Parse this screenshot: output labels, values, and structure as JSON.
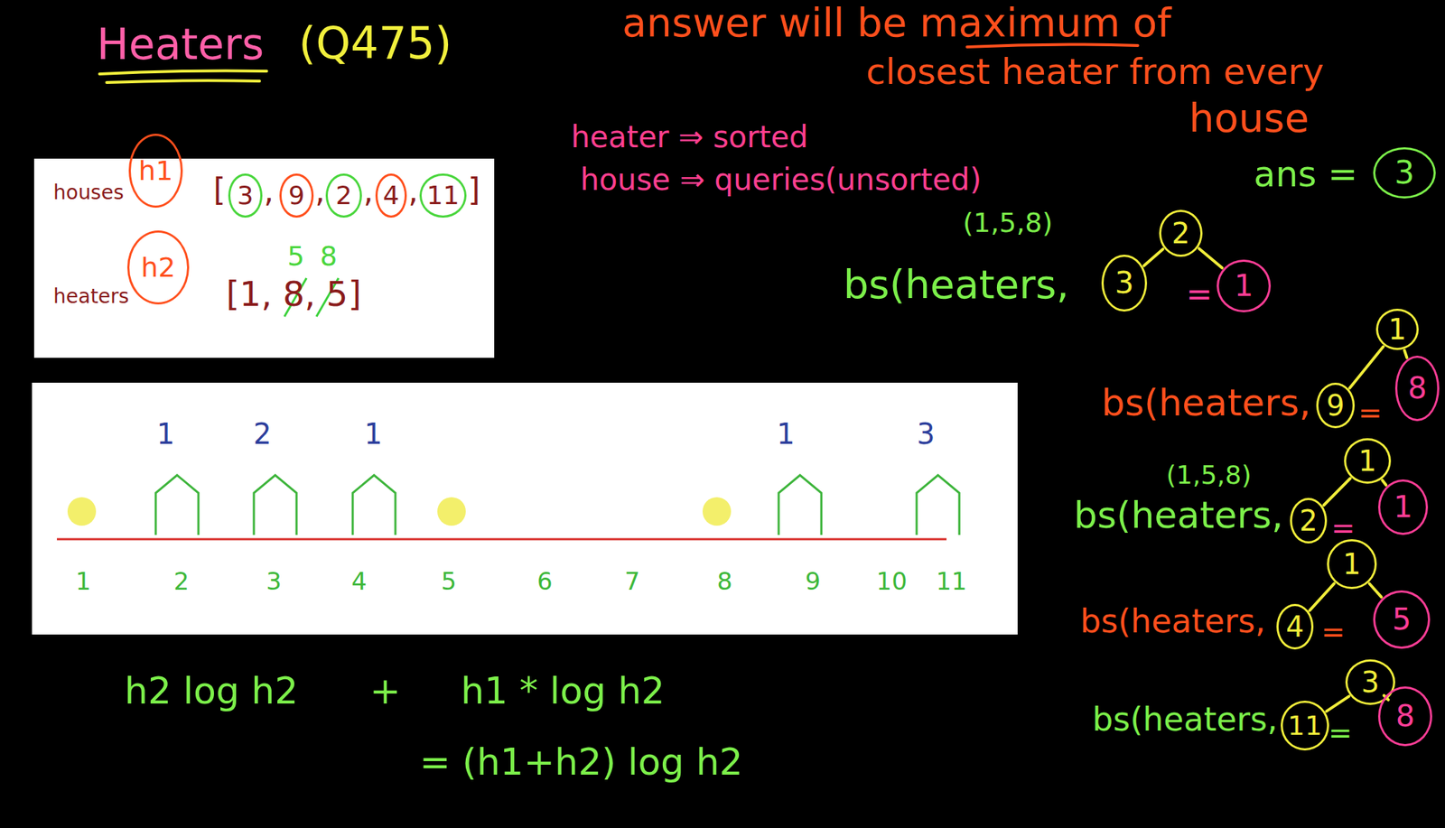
{
  "diagram": {
    "title": "Heaters",
    "nodes": [
      {
        "text": [
          "houses",
          "[",
          ",",
          ",",
          ",",
          ",",
          "]",
          "heaters",
          "[1, 8, 5]",
          "5",
          "8"
        ]
      },
      {
        "text": [
          "h1"
        ],
        "in": 0
      },
      {
        "text": [
          "3"
        ],
        "in": 0
      },
      {
        "text": [
          "9"
        ],
        "in": 0
      },
      {
        "text": [
          "2"
        ],
        "in": 0
      },
      {
        "text": [
          "4"
        ],
        "in": 0
      },
      {
        "text": [
          "11"
        ],
        "in": 0
      },
      {
        "text": [
          "h2"
        ],
        "in": 0
      },
      {
        "text": [
          "3"
        ]
      },
      {
        "text": [
          "2"
        ]
      },
      {
        "text": [
          "3"
        ]
      },
      {
        "text": [
          "1"
        ]
      },
      {
        "text": [
          "1"
        ]
      },
      {
        "text": [
          "9"
        ]
      },
      {
        "text": [
          "8"
        ]
      },
      {
        "text": [
          "1"
        ]
      },
      {
        "text": [
          "2"
        ]
      },
      {
        "text": [
          "1"
        ]
      },
      {
        "text": [
          "1"
        ]
      },
      {
        "text": [
          "4"
        ]
      },
      {
        "text": [
          "5"
        ]
      },
      {
        "text": [
          "3"
        ]
      },
      {
        "text": [
          "11"
        ]
      },
      {
        "text": [
          "8"
        ]
      },
      {
        "text": [
          "1",
          "2",
          "1",
          "1",
          "3",
          "1",
          "2",
          "3",
          "4",
          "5",
          "6",
          "7",
          "8",
          "9",
          "10",
          "11"
        ]
      }
    ],
    "edges": [
      {
        "from": 10,
        "to": 9,
        "arrow": "none"
      },
      {
        "from": 9,
        "to": 11,
        "arrow": "none"
      },
      {
        "from": 13,
        "to": 12,
        "arrow": "none"
      },
      {
        "from": 12,
        "to": 14,
        "arrow": "none"
      },
      {
        "from": 16,
        "to": 15,
        "arrow": "none"
      },
      {
        "from": 15,
        "to": 17,
        "arrow": "none"
      },
      {
        "from": 19,
        "to": 18,
        "arrow": "none"
      },
      {
        "from": 18,
        "to": 20,
        "arrow": "none"
      },
      {
        "from": 22,
        "to": 21,
        "arrow": "none"
      },
      {
        "from": 21,
        "to": 23,
        "arrow": "none"
      }
    ],
    "labels": [
      "(Q475)",
      "answer will be maximum of",
      "closest heater from every",
      "house",
      "heater ⇒ sorted",
      "house ⇒ queries(unsorted)",
      "ans =",
      "(1,5,8)",
      "bs(heaters,",
      "=",
      "bs(heaters,",
      "=",
      "(1,5,8)",
      "bs(heaters,",
      "=",
      "bs(heaters,",
      "=",
      "bs(heaters,",
      "=",
      "h2 log h2",
      "+",
      "h1 * log h2",
      "= (h1+h2) log h2"
    ]
  }
}
